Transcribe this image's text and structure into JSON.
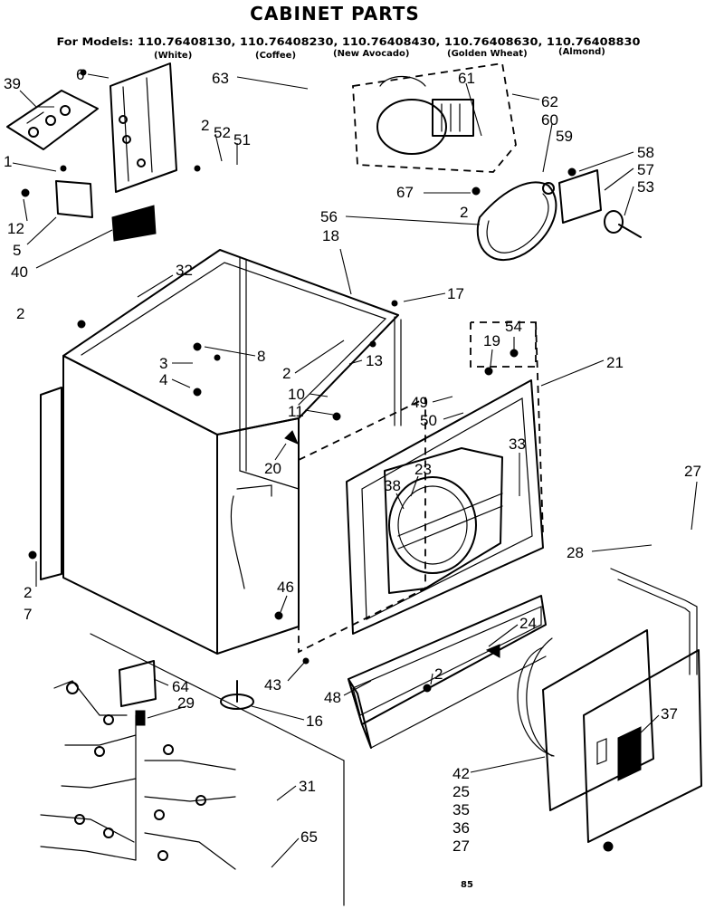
{
  "header": {
    "title": "CABINET PARTS",
    "models_line": "For Models: 110.76408130, 110.76408230, 110.76408430, 110.76408630, 110.76408830",
    "colors": [
      "(White)",
      "(Coffee)",
      "(New Avocado)",
      "(Golden Wheat)",
      "(Almond)"
    ]
  },
  "callouts": [
    {
      "label": "39"
    },
    {
      "label": "6"
    },
    {
      "label": "1"
    },
    {
      "label": "12"
    },
    {
      "label": "5"
    },
    {
      "label": "40"
    },
    {
      "label": "2"
    },
    {
      "label": "52"
    },
    {
      "label": "51"
    },
    {
      "label": "63"
    },
    {
      "label": "61"
    },
    {
      "label": "62"
    },
    {
      "label": "60"
    },
    {
      "label": "59"
    },
    {
      "label": "58"
    },
    {
      "label": "57"
    },
    {
      "label": "53"
    },
    {
      "label": "67"
    },
    {
      "label": "2"
    },
    {
      "label": "56"
    },
    {
      "label": "18"
    },
    {
      "label": "17"
    },
    {
      "label": "32"
    },
    {
      "label": "2"
    },
    {
      "label": "8"
    },
    {
      "label": "3"
    },
    {
      "label": "4"
    },
    {
      "label": "2"
    },
    {
      "label": "13"
    },
    {
      "label": "10"
    },
    {
      "label": "11"
    },
    {
      "label": "54"
    },
    {
      "label": "19"
    },
    {
      "label": "21"
    },
    {
      "label": "49"
    },
    {
      "label": "50"
    },
    {
      "label": "33"
    },
    {
      "label": "20"
    },
    {
      "label": "23"
    },
    {
      "label": "38"
    },
    {
      "label": "27"
    },
    {
      "label": "28"
    },
    {
      "label": "2"
    },
    {
      "label": "7"
    },
    {
      "label": "46"
    },
    {
      "label": "24"
    },
    {
      "label": "64"
    },
    {
      "label": "29"
    },
    {
      "label": "43"
    },
    {
      "label": "48"
    },
    {
      "label": "2"
    },
    {
      "label": "16"
    },
    {
      "label": "37"
    },
    {
      "label": "42"
    },
    {
      "label": "25"
    },
    {
      "label": "35"
    },
    {
      "label": "36"
    },
    {
      "label": "27"
    },
    {
      "label": "31"
    },
    {
      "label": "65"
    }
  ],
  "page_number": "85"
}
